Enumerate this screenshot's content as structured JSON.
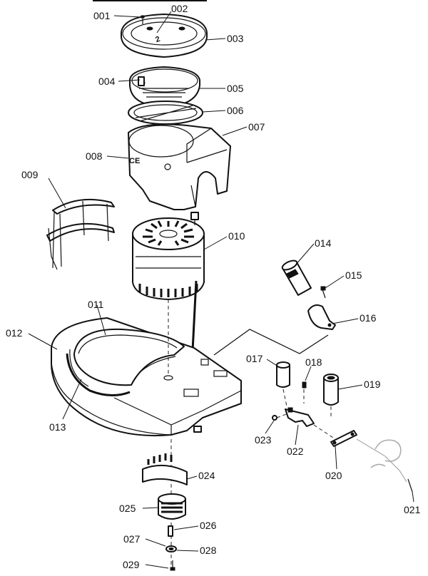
{
  "callouts": [
    {
      "id": "001",
      "label": "001"
    },
    {
      "id": "002",
      "label": "002"
    },
    {
      "id": "003",
      "label": "003"
    },
    {
      "id": "004",
      "label": "004"
    },
    {
      "id": "005",
      "label": "005"
    },
    {
      "id": "006",
      "label": "006"
    },
    {
      "id": "007",
      "label": "007"
    },
    {
      "id": "008",
      "label": "008"
    },
    {
      "id": "009",
      "label": "009"
    },
    {
      "id": "010",
      "label": "010"
    },
    {
      "id": "011",
      "label": "011"
    },
    {
      "id": "012",
      "label": "012"
    },
    {
      "id": "013",
      "label": "013"
    },
    {
      "id": "014",
      "label": "014"
    },
    {
      "id": "015",
      "label": "015"
    },
    {
      "id": "016",
      "label": "016"
    },
    {
      "id": "017",
      "label": "017"
    },
    {
      "id": "018",
      "label": "018"
    },
    {
      "id": "019",
      "label": "019"
    },
    {
      "id": "020",
      "label": "020"
    },
    {
      "id": "021",
      "label": "021"
    },
    {
      "id": "022",
      "label": "022"
    },
    {
      "id": "023",
      "label": "023"
    },
    {
      "id": "024",
      "label": "024"
    },
    {
      "id": "025",
      "label": "025"
    },
    {
      "id": "026",
      "label": "026"
    },
    {
      "id": "027",
      "label": "027"
    },
    {
      "id": "028",
      "label": "028"
    },
    {
      "id": "029",
      "label": "029"
    }
  ],
  "markings": {
    "lid_glyph": "2",
    "ce_mark": "CE"
  }
}
